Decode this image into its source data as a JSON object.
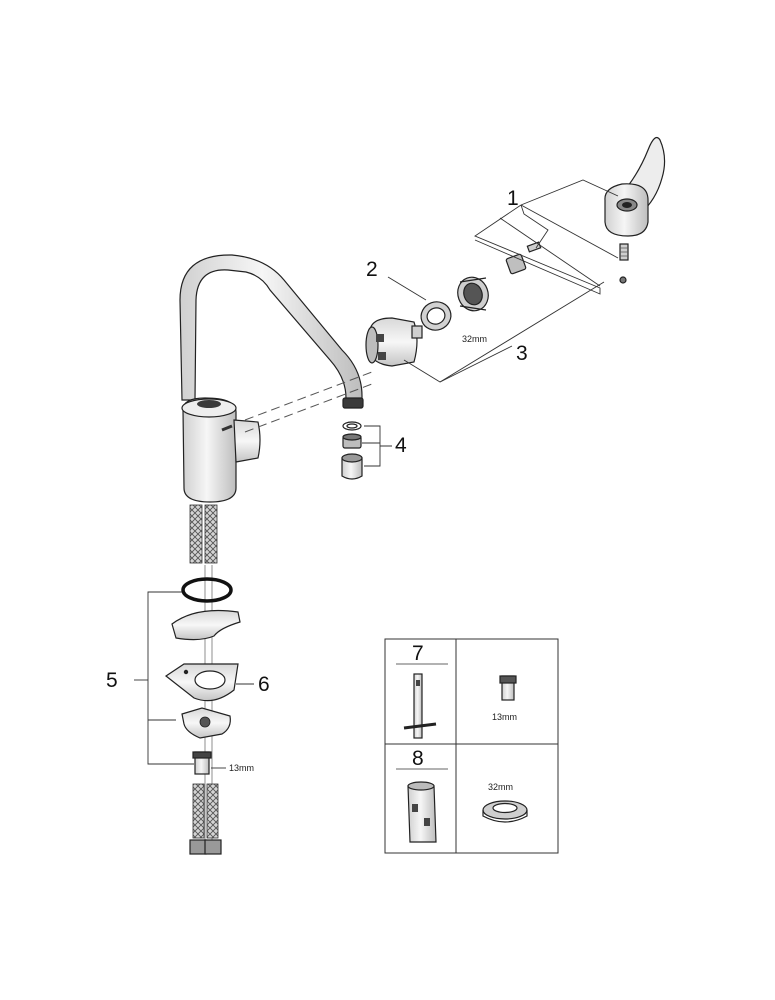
{
  "callouts": {
    "c1": "1",
    "c2": "2",
    "c3": "3",
    "c4": "4",
    "c5": "5",
    "c6": "6"
  },
  "dimensions": {
    "cartridge_nut": "32mm",
    "hose_fitting": "13mm"
  },
  "tools_table": {
    "tool7": {
      "number": "7",
      "size": "13mm"
    },
    "tool8": {
      "number": "8",
      "size": "32mm"
    }
  },
  "colors": {
    "line": "#222222",
    "part_fill": "#e6e6e6",
    "part_dark": "#9a9a9a",
    "background": "#ffffff"
  }
}
